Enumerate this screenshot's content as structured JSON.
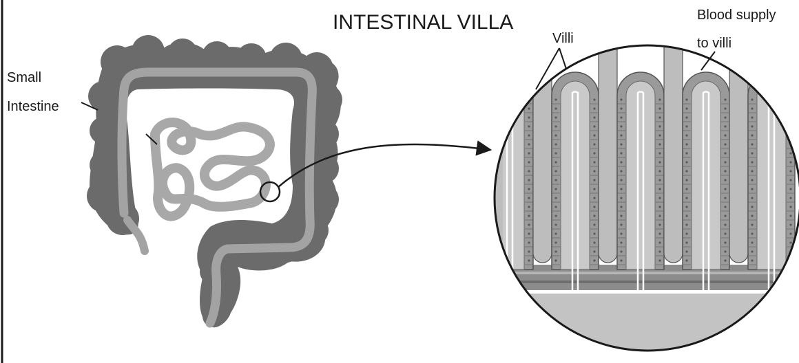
{
  "title": "INTESTINAL VILLA",
  "labels": {
    "small_intestine_line1": "Small",
    "small_intestine_line2": "Intestine",
    "villi": "Villi",
    "blood_supply_line1": "Blood supply",
    "blood_supply_line2": "to villi"
  },
  "colors": {
    "large_intestine": "#6b6b6b",
    "large_intestine_lumen": "#a3a3a3",
    "small_intestine": "#a8a8a8",
    "villus_body": "#9a9a9a",
    "villus_core": "#c9c9c9",
    "villus_wall": "#bdbdbd",
    "outline": "#1a1a1a",
    "background": "#ffffff"
  },
  "icons": [
    "intestine-illustration",
    "magnifier-circle",
    "pointer-arrow",
    "villi-cross-section"
  ]
}
